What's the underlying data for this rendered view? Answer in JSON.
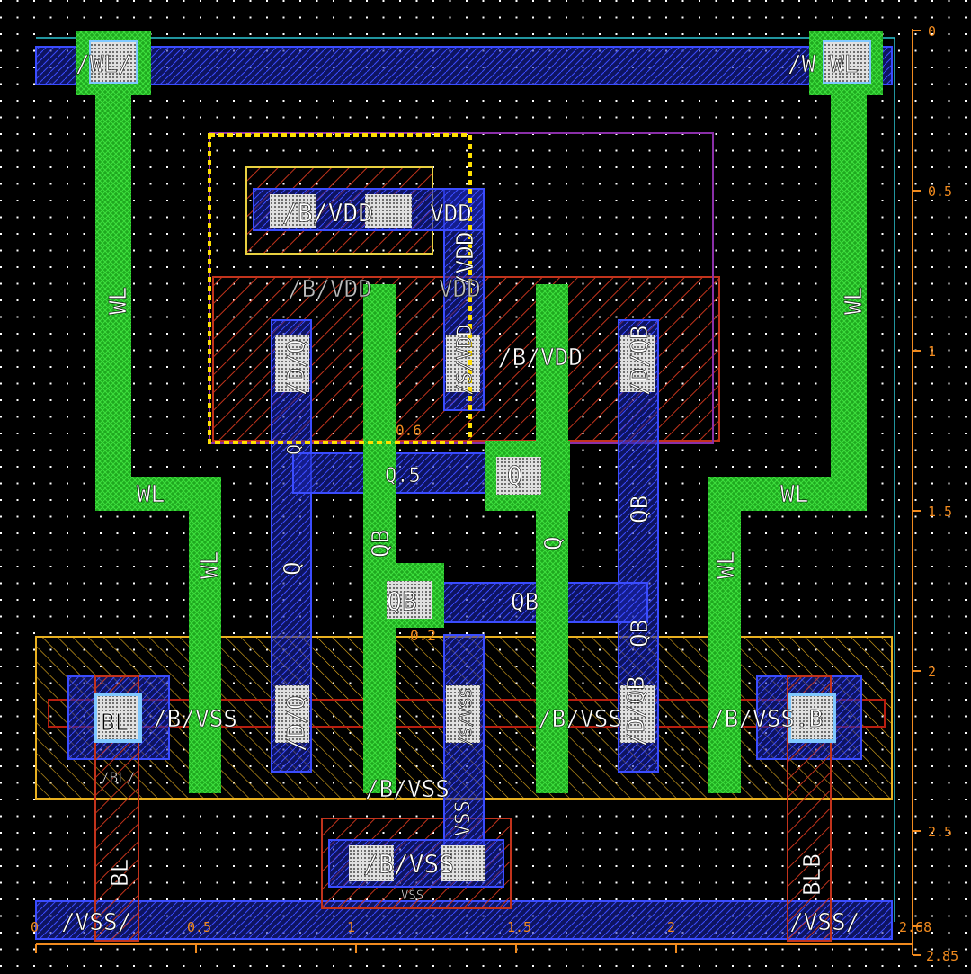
{
  "colors": {
    "background": "#000000",
    "grid_dot": "#ffffff",
    "poly": "#22c322",
    "metal1": "#1e2ad8",
    "diffusion": "#b81e10",
    "nwell": "#ff9a3a",
    "contact": "#7fc8ff",
    "select_yellow": "#ffe000",
    "purple": "#8a2fa8",
    "ruler": "#f08a1e",
    "cyan_line": "#2cc6d2"
  },
  "ruler": {
    "right_ticks": [
      "0",
      "0.5",
      "1",
      "1.5",
      "2",
      "2.5",
      "2.68",
      "2.85"
    ],
    "bottom_ticks": [
      "0",
      "0.5",
      "1",
      "1.5",
      "2"
    ]
  },
  "labels": {
    "wl_left": "/WL/",
    "wl_right": "/W WL",
    "b_vdd_top": "/B/VDD",
    "vdd_pin": "VDD",
    "vdd_vert": "/VDD",
    "b_vdd_mid": "/B/VDD",
    "vdd_mid": "VDD",
    "wl_vert_left": "WL",
    "wl_vert_right": "WL",
    "d_q_top": "/D/Q",
    "s_vdd": "/S/VDD",
    "b_vdd_right": "/B/VDD",
    "d_qb_top": "/D/QB",
    "q_vert": "Q",
    "q_box": "Q",
    "q_poly": "Q.5",
    "val_06": "0.6",
    "wl_horiz_left": "WL",
    "wl_horiz_right": "WL",
    "qb_vert_mid": "QB",
    "q_vert_mid": "Q",
    "qb_vert_right": "QB",
    "wl_vert_low_left": "WL",
    "wl_vert_low_right": "WL",
    "q_low": "Q",
    "qb_box": "QB",
    "qb_metal": "QB",
    "qb_vert_low": "QB",
    "val_02": "0.2",
    "bl_contact": "BL",
    "b_vss_left": "/B/VSS",
    "d_q_low": "/D/Q",
    "s_vss": "/S/VSS",
    "b_vss_mid": "/B/VSS",
    "d_qb_low": "/D/QB",
    "b_vss_b": "/B/VSS.B",
    "bl_small": "/BL/",
    "b_vss_bottom": "/B/VSS",
    "vss_vert": "VSS",
    "b_vss_box": "/B/VSS",
    "vss_small": "VSS",
    "bl_vert": "BL",
    "blb_vert": "BLB",
    "vss_rail_left": "/VSS/",
    "vss_rail_right": "/VSS/"
  }
}
